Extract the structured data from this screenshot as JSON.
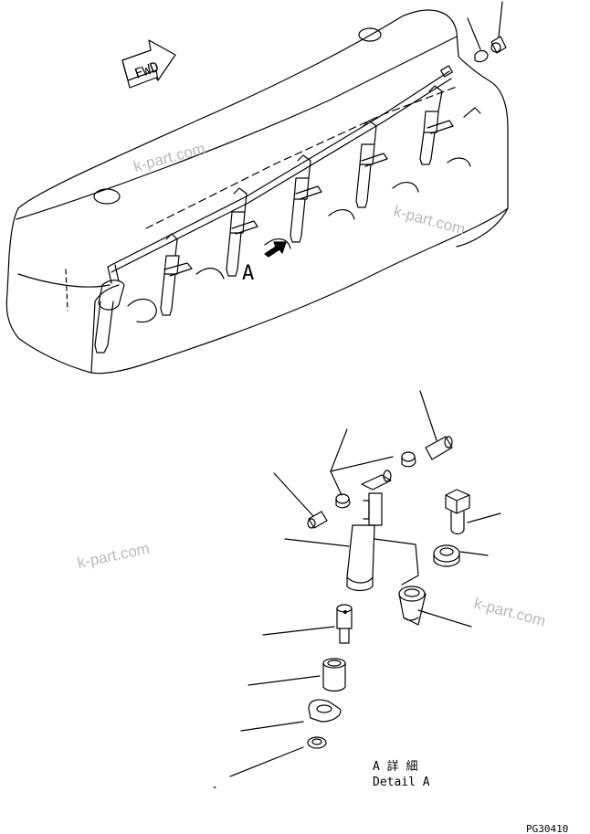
{
  "labels": {
    "fwd": "FWD",
    "view_marker": "A",
    "detail_jp": "A 詳 細",
    "detail_en": "Detail A",
    "drawing_code": "PG30410"
  },
  "watermark": "k-part.com",
  "colors": {
    "line": "#000000",
    "watermark": "#b9b9b9",
    "background": "#ffffff"
  }
}
